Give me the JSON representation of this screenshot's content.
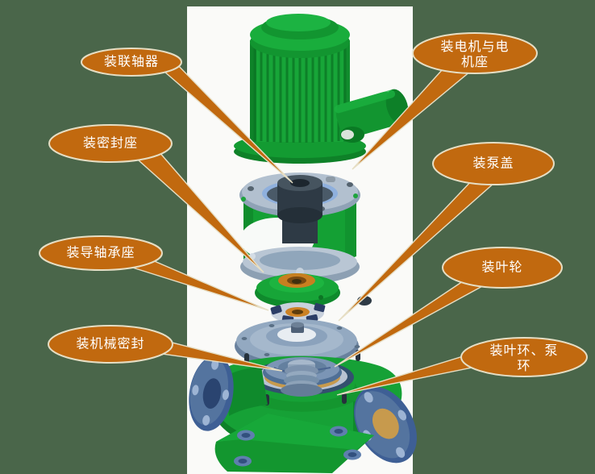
{
  "scene": {
    "background_color": "#4A664A",
    "panel_color": "#FAFAF8",
    "callout_fill": "#C1690F",
    "callout_border": "#E6DEC4",
    "label_text_color": "#FFFFFF"
  },
  "callouts": [
    {
      "label": "装联轴器"
    },
    {
      "label": "装电机与电机座"
    },
    {
      "label": "装密封座"
    },
    {
      "label": "装泵盖"
    },
    {
      "label": "装导轴承座"
    },
    {
      "label": "装叶轮"
    },
    {
      "label": "装机械密封"
    },
    {
      "label": "装叶环、泵环"
    }
  ],
  "diagram": {
    "parts": [
      "motor",
      "motor-mount",
      "coupling",
      "seal-seat",
      "guide-bearing",
      "pump-cover",
      "mechanical-seal",
      "impeller",
      "pump-casing",
      "suction-flange",
      "discharge-flange",
      "base-plate"
    ]
  }
}
